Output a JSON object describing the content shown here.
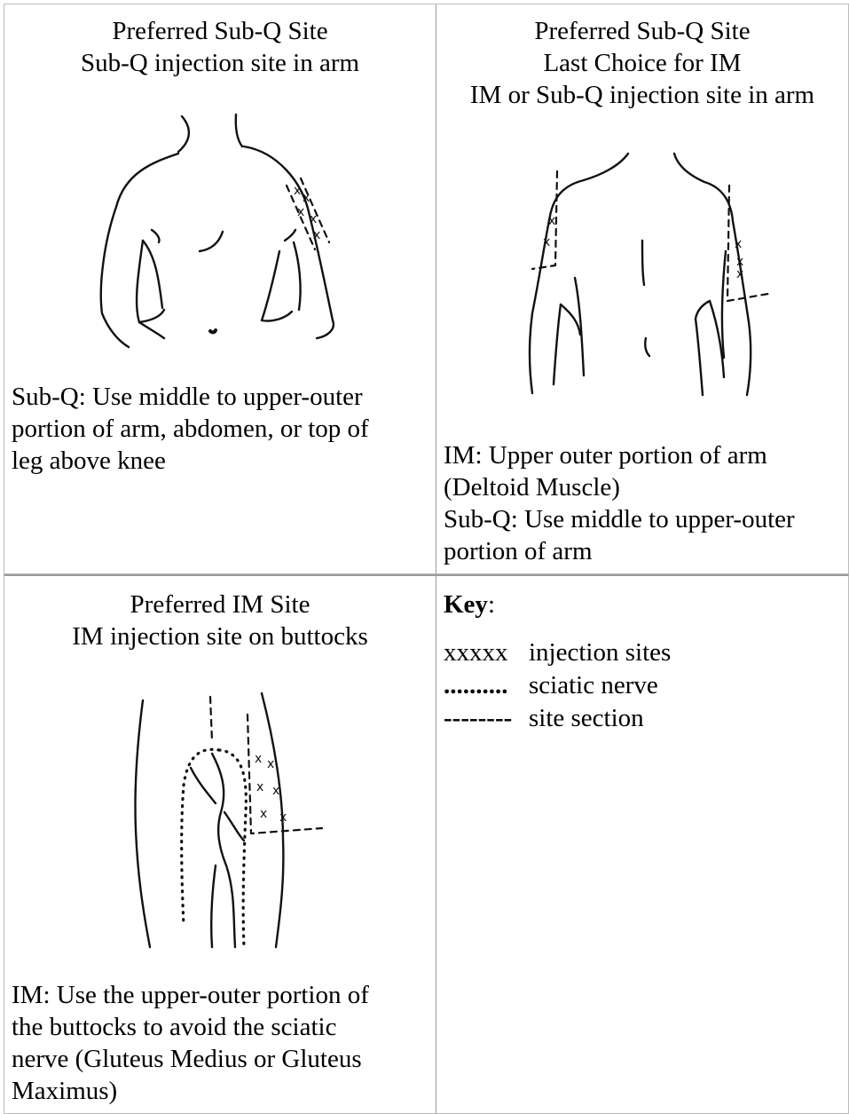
{
  "cells": {
    "arm_front": {
      "header": [
        "Preferred Sub-Q Site",
        "Sub-Q injection site in arm"
      ],
      "description": [
        "Sub-Q: Use middle to upper-outer",
        "portion of arm, abdomen, or top of",
        "leg above knee"
      ]
    },
    "arm_back": {
      "header": [
        "Preferred Sub-Q Site",
        "Last Choice for IM",
        "IM or Sub-Q injection site in arm"
      ],
      "description": [
        "IM: Upper outer portion of arm",
        "(Deltoid Muscle)",
        "Sub-Q: Use middle to upper-outer",
        "portion of arm"
      ]
    },
    "buttocks": {
      "header": [
        "Preferred IM Site",
        "IM injection site on buttocks"
      ],
      "description": [
        "IM: Use the upper-outer portion of",
        "the buttocks to avoid the sciatic",
        "nerve (Gluteus Medius or Gluteus",
        "Maximus)"
      ]
    },
    "key": {
      "title": "Key",
      "colon": ":",
      "items": [
        {
          "symbol": "xxxxx",
          "label": "injection sites"
        },
        {
          "symbol": "..........",
          "label": "sciatic nerve"
        },
        {
          "symbol": "--------",
          "label": "site section"
        }
      ]
    }
  }
}
